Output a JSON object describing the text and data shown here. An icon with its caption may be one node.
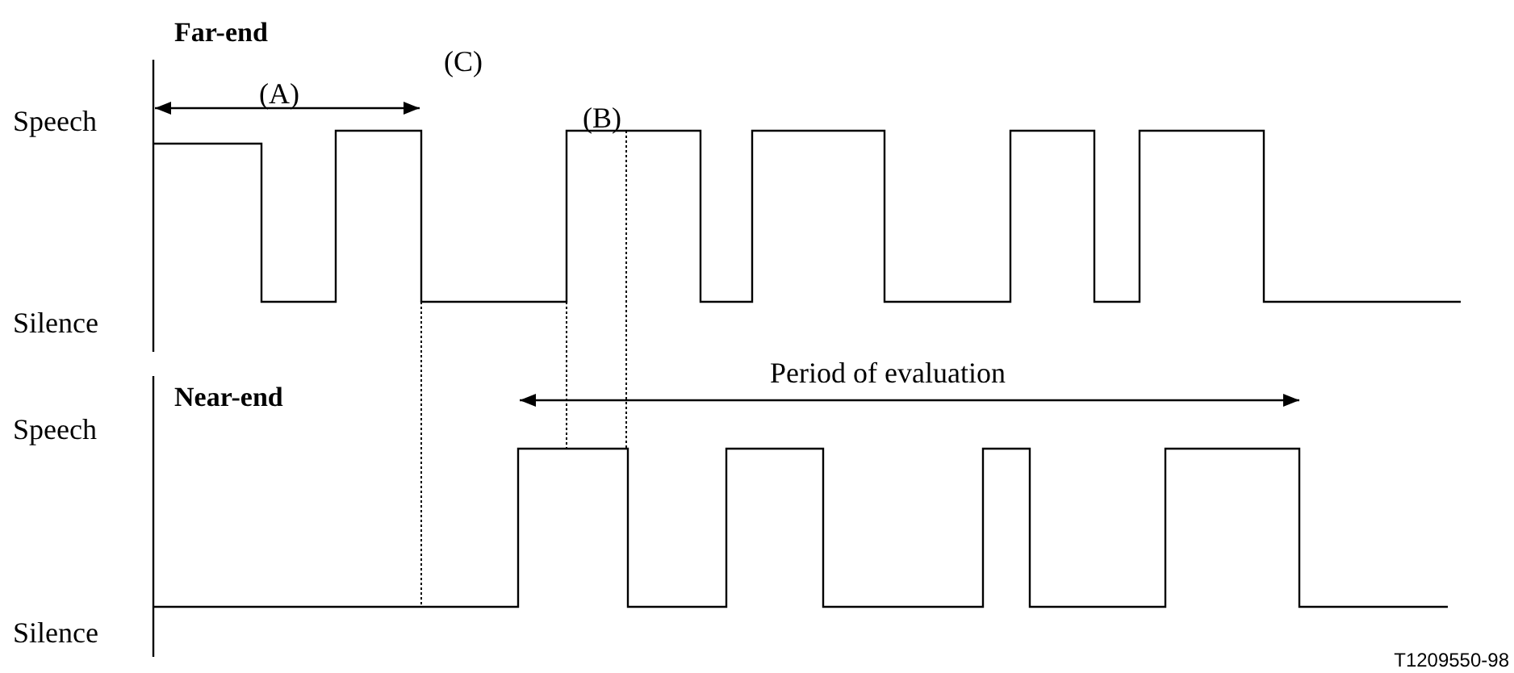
{
  "diagram": {
    "labels": [
      "Far-end",
      "(C)",
      "(A)",
      "Speech",
      "(B)",
      "Silence",
      "Period of evaluation",
      "Near-end",
      "Speech",
      "Silence",
      "T1209550-98"
    ]
  }
}
